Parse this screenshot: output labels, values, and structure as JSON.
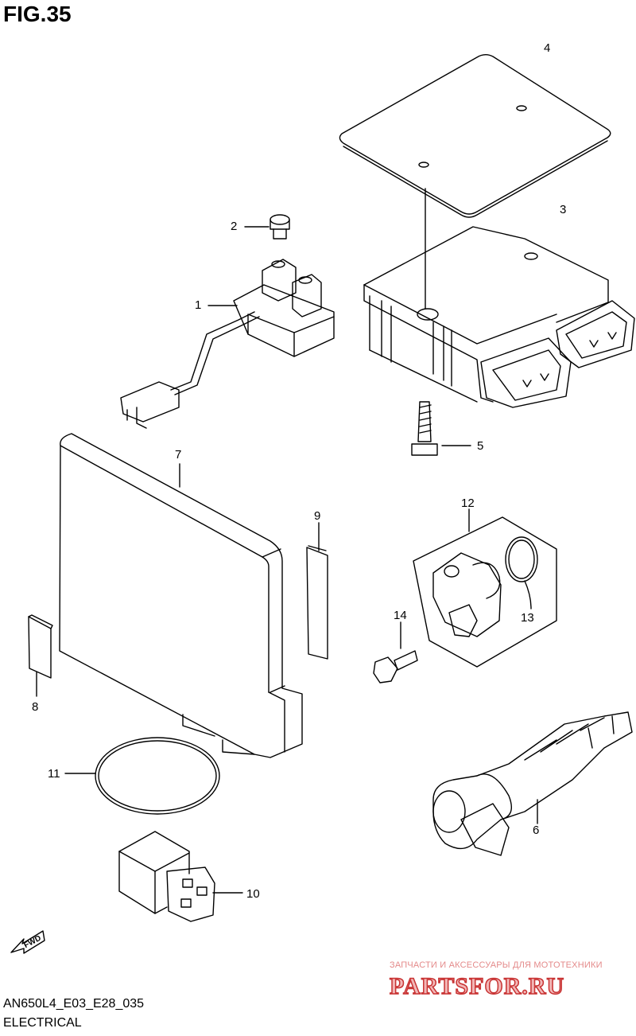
{
  "figure": {
    "title": "FIG.35"
  },
  "callouts": [
    "1",
    "2",
    "3",
    "4",
    "5",
    "6",
    "7",
    "8",
    "9",
    "10",
    "11",
    "12",
    "13",
    "14"
  ],
  "fwd_label": "FWD",
  "watermark": {
    "tagline": "ЗАПЧАСТИ И АКСЕССУАРЫ ДЛЯ МОТОТЕХНИКИ",
    "brand": "PARTSFOR.RU"
  },
  "footer": {
    "code": "AN650L4_E03_E28_035",
    "title": "ELECTRICAL"
  },
  "colors": {
    "line": "#000000",
    "watermark": "#c83232"
  }
}
